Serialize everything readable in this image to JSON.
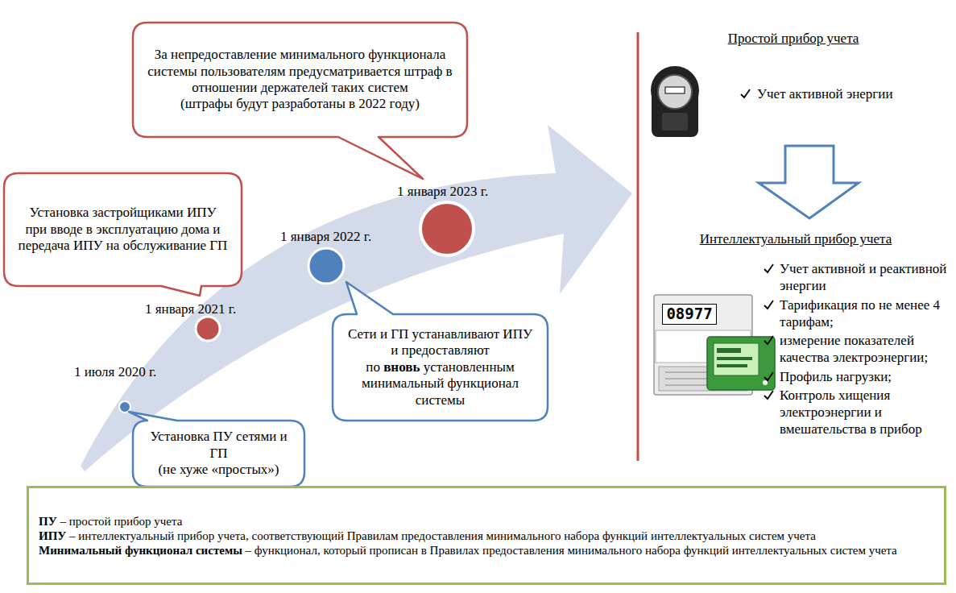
{
  "diagram": {
    "nodes": [
      {
        "text": [
          "За непредоставление минимального функционала системы пользователям предусматривается штраф в отношении держателей таких систем",
          "(штрафы будут разработаны в 2022 году)"
        ]
      },
      {
        "text": [
          "Установка застройщиками ИПУ при вводе в эксплуатацию дома и передача ИПУ на обслуживание ГП"
        ]
      },
      {
        "text": [
          "Сети и ГП устанавливают ИПУ и предоставляют по",
          "вновь",
          "установленным минимальный функционал системы"
        ]
      },
      {
        "text": [
          "Установка ПУ сетями и ГП",
          "(не хуже «простых»)"
        ]
      },
      {
        "text": [
          "ПУ",
          "– простой прибор учета",
          "ИПУ",
          "– интеллектуальный прибор учета, соответствующий Правилам предоставления минимального набора функций интеллектуальных систем учета",
          "Минимальный функционал системы",
          "– функционал, который прописан в Правилах предоставления минимального набора функций интеллектуальных систем учета"
        ]
      }
    ],
    "labels": [
      "1 июля 2020 г.",
      "1 января 2021 г.",
      "1 января 2022 г.",
      "1 января 2023 г.",
      "Простой прибор учета",
      "Учет активной энергии",
      "Интеллектуальный прибор учета",
      "Учет активной и реактивной энергии",
      "Тарификация по не менее 4 тарифам;",
      "измерение показателей качества электроэнергии;",
      "Профиль нагрузки;",
      "Контроль хищения электроэнергии и вмешательства в прибор",
      "08977"
    ]
  }
}
